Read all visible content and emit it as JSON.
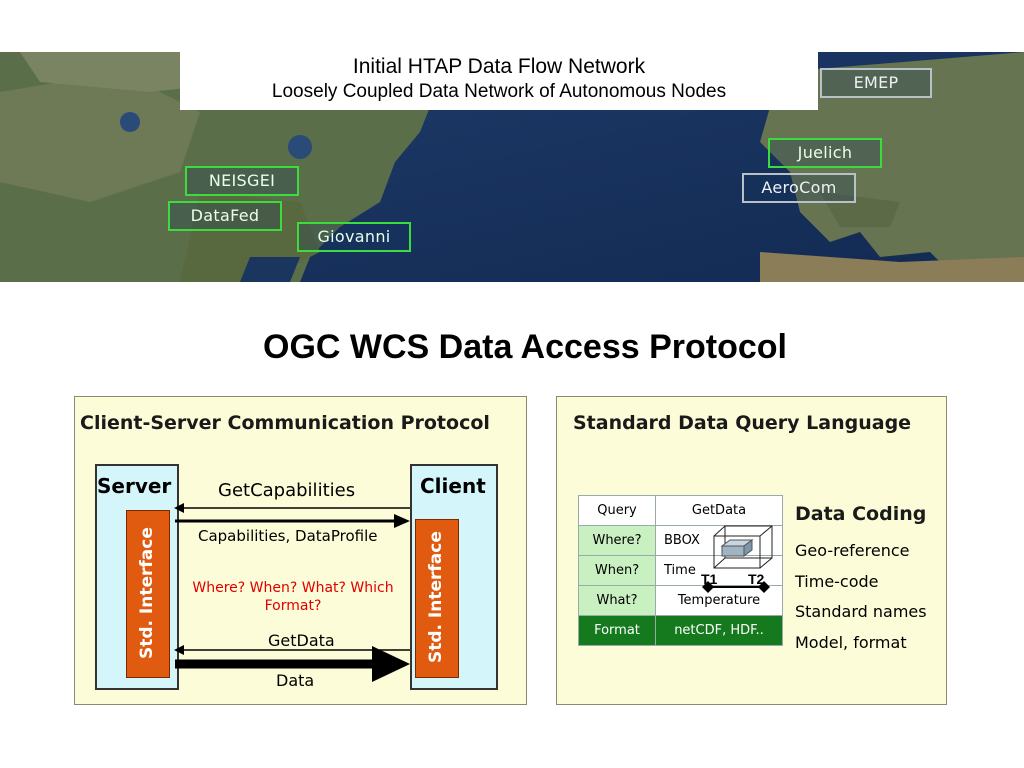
{
  "banner": {
    "title_line1": "Initial HTAP Data Flow Network",
    "title_line2": "Loosely Coupled Data Network of Autonomous Nodes",
    "nodes": {
      "emep": "EMEP",
      "juelich": "Juelich",
      "aerocom": "AeroCom",
      "neisgei": "NEISGEI",
      "datafed": "DataFed",
      "giovanni": "Giovanni"
    }
  },
  "heading": "OGC WCS Data Access Protocol",
  "left_panel": {
    "title": "Client-Server Communication Protocol",
    "server": "Server",
    "client": "Client",
    "std_interface": "Std. Interface",
    "get_capabilities": "GetCapabilities",
    "capabilities_profile": "Capabilities, DataProfile",
    "question_line1": "Where? When? What? Which",
    "question_line2": "Format?",
    "get_data": "GetData",
    "data": "Data"
  },
  "right_panel": {
    "title": "Standard Data Query Language",
    "table": {
      "header": [
        "Query",
        "GetData"
      ],
      "rows": [
        [
          "Where?",
          "BBOX"
        ],
        [
          "When?",
          "Time"
        ],
        [
          "What?",
          "Temperature"
        ],
        [
          "Format",
          "netCDF, HDF.."
        ]
      ]
    },
    "time_markers": [
      "T1",
      "T2"
    ],
    "coding_title": "Data Coding",
    "coding_items": [
      "Geo-reference",
      "Time-code",
      "Standard names",
      "Model, format"
    ]
  }
}
